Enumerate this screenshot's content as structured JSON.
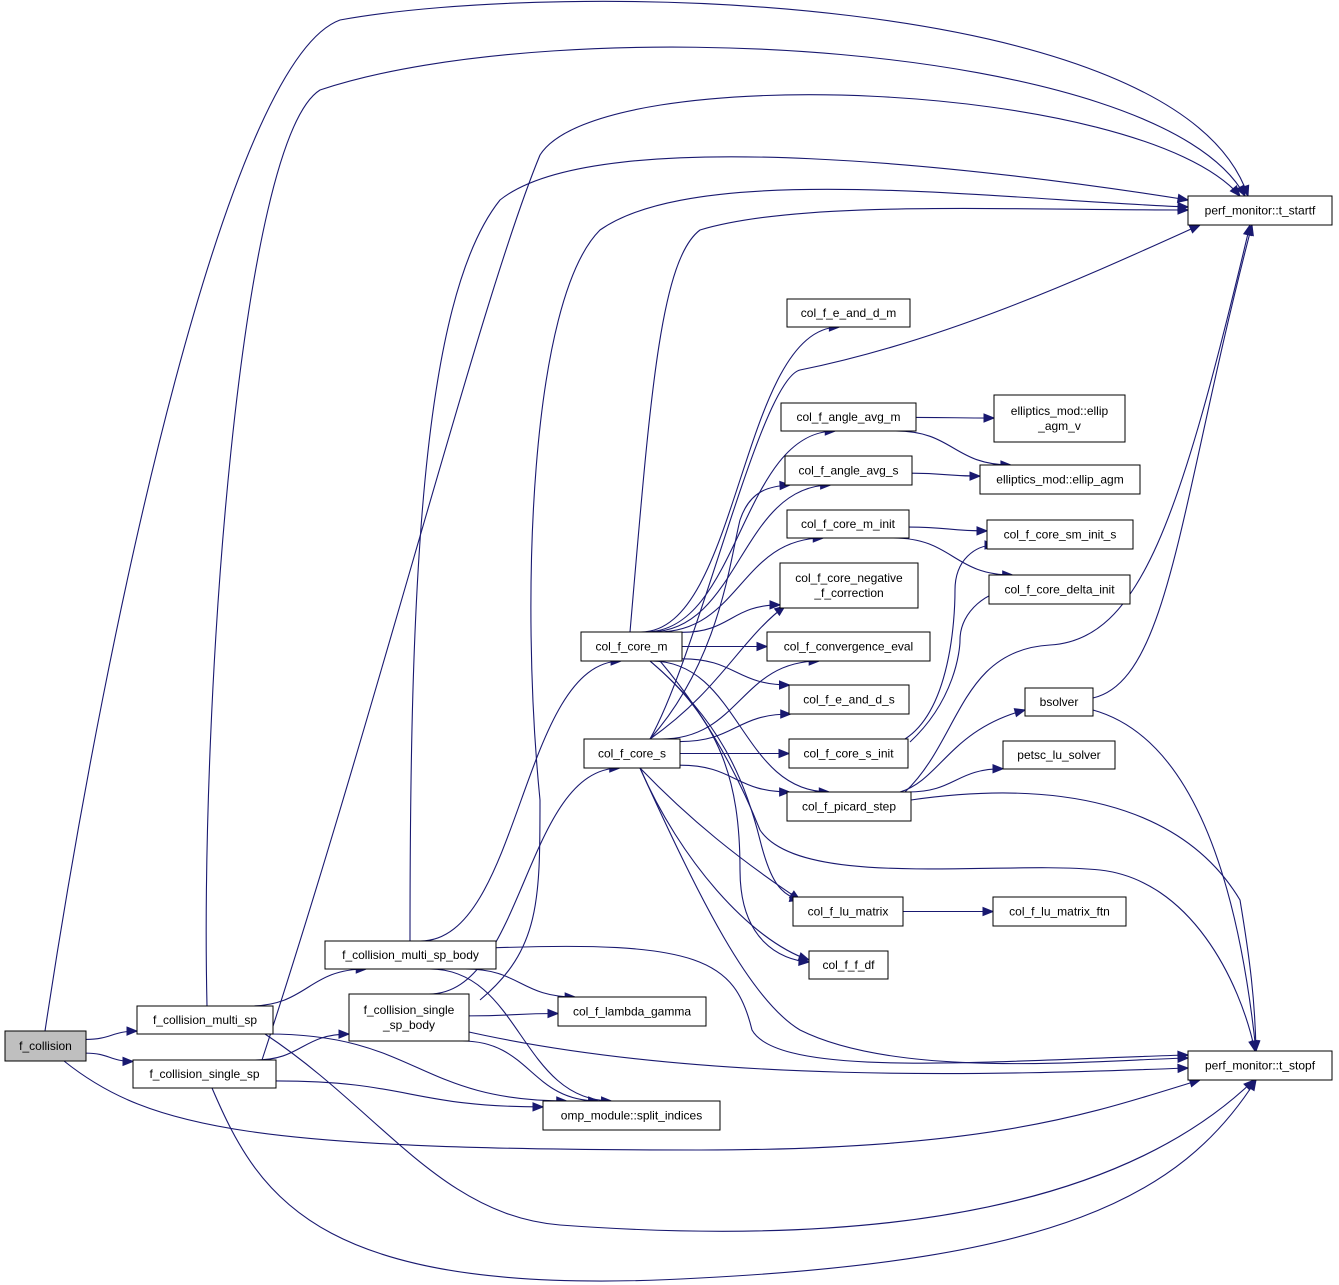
{
  "diagram": {
    "nodes": [
      {
        "id": "f_collision",
        "lines": [
          "f_collision"
        ],
        "root": true
      },
      {
        "id": "f_collision_multi_sp",
        "lines": [
          "f_collision_multi_sp"
        ]
      },
      {
        "id": "f_collision_single_sp",
        "lines": [
          "f_collision_single_sp"
        ]
      },
      {
        "id": "f_collision_multi_sp_body",
        "lines": [
          "f_collision_multi_sp_body"
        ]
      },
      {
        "id": "f_collision_single_sp_body",
        "lines": [
          "f_collision_single",
          "_sp_body"
        ]
      },
      {
        "id": "col_f_lambda_gamma",
        "lines": [
          "col_f_lambda_gamma"
        ]
      },
      {
        "id": "omp_split_indices",
        "lines": [
          "omp_module::split_indices"
        ]
      },
      {
        "id": "col_f_core_m",
        "lines": [
          "col_f_core_m"
        ]
      },
      {
        "id": "col_f_core_s",
        "lines": [
          "col_f_core_s"
        ]
      },
      {
        "id": "col_f_e_and_d_m",
        "lines": [
          "col_f_e_and_d_m"
        ]
      },
      {
        "id": "col_f_angle_avg_m",
        "lines": [
          "col_f_angle_avg_m"
        ]
      },
      {
        "id": "col_f_angle_avg_s",
        "lines": [
          "col_f_angle_avg_s"
        ]
      },
      {
        "id": "col_f_core_m_init",
        "lines": [
          "col_f_core_m_init"
        ]
      },
      {
        "id": "col_f_core_negative_f_correction",
        "lines": [
          "col_f_core_negative",
          "_f_correction"
        ]
      },
      {
        "id": "col_f_convergence_eval",
        "lines": [
          "col_f_convergence_eval"
        ]
      },
      {
        "id": "col_f_e_and_d_s",
        "lines": [
          "col_f_e_and_d_s"
        ]
      },
      {
        "id": "col_f_core_s_init",
        "lines": [
          "col_f_core_s_init"
        ]
      },
      {
        "id": "col_f_picard_step",
        "lines": [
          "col_f_picard_step"
        ]
      },
      {
        "id": "col_f_lu_matrix",
        "lines": [
          "col_f_lu_matrix"
        ]
      },
      {
        "id": "col_f_f_df",
        "lines": [
          "col_f_f_df"
        ]
      },
      {
        "id": "ellip_agm_v",
        "lines": [
          "elliptics_mod::ellip",
          "_agm_v"
        ]
      },
      {
        "id": "ellip_agm",
        "lines": [
          "elliptics_mod::ellip_agm"
        ]
      },
      {
        "id": "col_f_core_sm_init_s",
        "lines": [
          "col_f_core_sm_init_s"
        ]
      },
      {
        "id": "col_f_core_delta_init",
        "lines": [
          "col_f_core_delta_init"
        ]
      },
      {
        "id": "bsolver",
        "lines": [
          "bsolver"
        ]
      },
      {
        "id": "petsc_lu_solver",
        "lines": [
          "petsc_lu_solver"
        ]
      },
      {
        "id": "col_f_lu_matrix_ftn",
        "lines": [
          "col_f_lu_matrix_ftn"
        ]
      },
      {
        "id": "t_startf",
        "lines": [
          "perf_monitor::t_startf"
        ]
      },
      {
        "id": "t_stopf",
        "lines": [
          "perf_monitor::t_stopf"
        ]
      }
    ],
    "edges": [
      {
        "from": "f_collision",
        "to": "f_collision_multi_sp"
      },
      {
        "from": "f_collision",
        "to": "f_collision_single_sp"
      },
      {
        "from": "f_collision",
        "to": "t_startf"
      },
      {
        "from": "f_collision",
        "to": "t_stopf"
      },
      {
        "from": "f_collision_multi_sp",
        "to": "f_collision_multi_sp_body"
      },
      {
        "from": "f_collision_multi_sp",
        "to": "omp_split_indices"
      },
      {
        "from": "f_collision_multi_sp",
        "to": "t_startf"
      },
      {
        "from": "f_collision_multi_sp",
        "to": "t_stopf"
      },
      {
        "from": "f_collision_single_sp",
        "to": "f_collision_single_sp_body"
      },
      {
        "from": "f_collision_single_sp",
        "to": "omp_split_indices"
      },
      {
        "from": "f_collision_single_sp",
        "to": "t_startf"
      },
      {
        "from": "f_collision_single_sp",
        "to": "t_stopf"
      },
      {
        "from": "f_collision_multi_sp_body",
        "to": "col_f_core_m"
      },
      {
        "from": "f_collision_multi_sp_body",
        "to": "col_f_lambda_gamma"
      },
      {
        "from": "f_collision_multi_sp_body",
        "to": "omp_split_indices"
      },
      {
        "from": "f_collision_multi_sp_body",
        "to": "t_startf"
      },
      {
        "from": "f_collision_multi_sp_body",
        "to": "t_stopf"
      },
      {
        "from": "f_collision_single_sp_body",
        "to": "col_f_core_s"
      },
      {
        "from": "f_collision_single_sp_body",
        "to": "col_f_lambda_gamma"
      },
      {
        "from": "f_collision_single_sp_body",
        "to": "omp_split_indices"
      },
      {
        "from": "f_collision_single_sp_body",
        "to": "t_startf"
      },
      {
        "from": "f_collision_single_sp_body",
        "to": "t_stopf"
      },
      {
        "from": "col_f_core_m",
        "to": "col_f_e_and_d_m"
      },
      {
        "from": "col_f_core_m",
        "to": "col_f_angle_avg_m"
      },
      {
        "from": "col_f_core_m",
        "to": "col_f_angle_avg_s"
      },
      {
        "from": "col_f_core_m",
        "to": "col_f_core_m_init"
      },
      {
        "from": "col_f_core_m",
        "to": "col_f_core_negative_f_correction"
      },
      {
        "from": "col_f_core_m",
        "to": "col_f_convergence_eval"
      },
      {
        "from": "col_f_core_m",
        "to": "col_f_e_and_d_s"
      },
      {
        "from": "col_f_core_m",
        "to": "col_f_picard_step"
      },
      {
        "from": "col_f_core_m",
        "to": "col_f_lu_matrix"
      },
      {
        "from": "col_f_core_m",
        "to": "col_f_f_df"
      },
      {
        "from": "col_f_core_m",
        "to": "t_startf"
      },
      {
        "from": "col_f_core_m",
        "to": "t_stopf"
      },
      {
        "from": "col_f_core_s",
        "to": "col_f_angle_avg_s"
      },
      {
        "from": "col_f_core_s",
        "to": "col_f_core_negative_f_correction"
      },
      {
        "from": "col_f_core_s",
        "to": "col_f_convergence_eval"
      },
      {
        "from": "col_f_core_s",
        "to": "col_f_e_and_d_s"
      },
      {
        "from": "col_f_core_s",
        "to": "col_f_core_s_init"
      },
      {
        "from": "col_f_core_s",
        "to": "col_f_picard_step"
      },
      {
        "from": "col_f_core_s",
        "to": "col_f_lu_matrix"
      },
      {
        "from": "col_f_core_s",
        "to": "col_f_f_df"
      },
      {
        "from": "col_f_core_s",
        "to": "t_startf"
      },
      {
        "from": "col_f_core_s",
        "to": "t_stopf"
      },
      {
        "from": "col_f_angle_avg_m",
        "to": "ellip_agm_v"
      },
      {
        "from": "col_f_angle_avg_m",
        "to": "ellip_agm"
      },
      {
        "from": "col_f_angle_avg_s",
        "to": "ellip_agm"
      },
      {
        "from": "col_f_core_m_init",
        "to": "col_f_core_sm_init_s"
      },
      {
        "from": "col_f_core_m_init",
        "to": "col_f_core_delta_init"
      },
      {
        "from": "col_f_core_s_init",
        "to": "col_f_core_sm_init_s"
      },
      {
        "from": "col_f_core_s_init",
        "to": "col_f_core_delta_init"
      },
      {
        "from": "col_f_picard_step",
        "to": "bsolver"
      },
      {
        "from": "col_f_picard_step",
        "to": "petsc_lu_solver"
      },
      {
        "from": "col_f_picard_step",
        "to": "t_startf"
      },
      {
        "from": "col_f_picard_step",
        "to": "t_stopf"
      },
      {
        "from": "col_f_lu_matrix",
        "to": "col_f_lu_matrix_ftn"
      },
      {
        "from": "bsolver",
        "to": "t_startf"
      },
      {
        "from": "bsolver",
        "to": "t_stopf"
      }
    ]
  }
}
